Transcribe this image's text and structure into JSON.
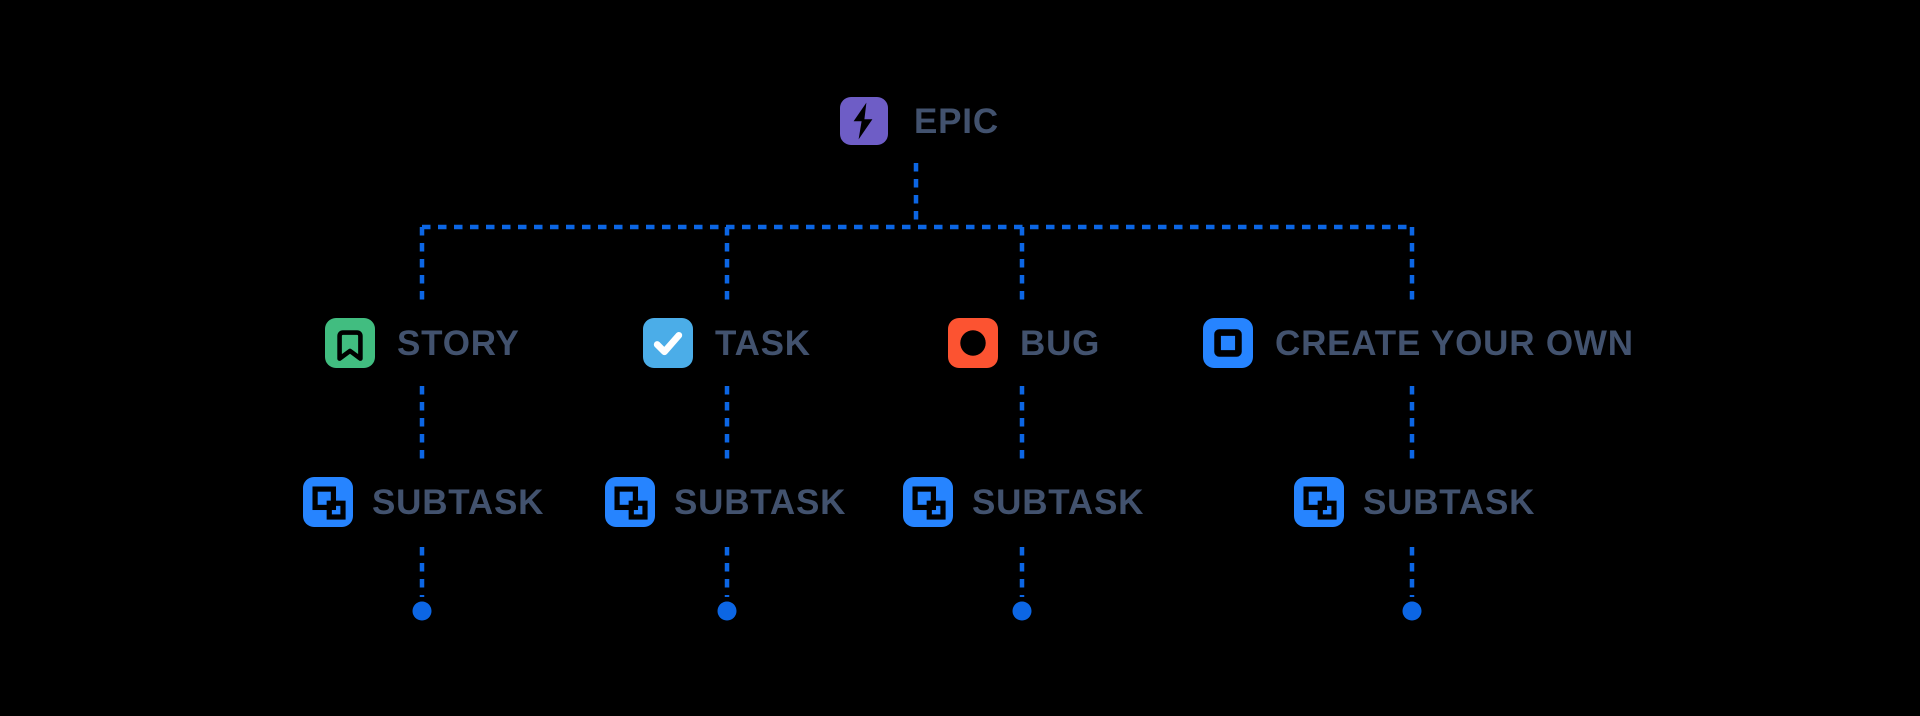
{
  "diagram": {
    "description": "Issue type hierarchy diagram",
    "background_color": "#000000",
    "connector_color": "#0C66E4",
    "label_color": "#42526E",
    "root": {
      "label": "EPIC",
      "icon": "lightning-bolt-icon",
      "color": "#6E5DC6"
    },
    "children": [
      {
        "label": "STORY",
        "icon": "bookmark-icon",
        "color": "#41BD80"
      },
      {
        "label": "TASK",
        "icon": "checkmark-icon",
        "color": "#4BADE8"
      },
      {
        "label": "BUG",
        "icon": "filled-circle-icon",
        "color": "#FC5331"
      },
      {
        "label": "CREATE YOUR OWN",
        "icon": "square-outline-icon",
        "color": "#2684FF"
      }
    ],
    "subtasks": [
      {
        "label": "SUBTASK",
        "icon": "subtask-squares-icon",
        "color": "#2684FF"
      },
      {
        "label": "SUBTASK",
        "icon": "subtask-squares-icon",
        "color": "#2684FF"
      },
      {
        "label": "SUBTASK",
        "icon": "subtask-squares-icon",
        "color": "#2684FF"
      },
      {
        "label": "SUBTASK",
        "icon": "subtask-squares-icon",
        "color": "#2684FF"
      }
    ]
  }
}
